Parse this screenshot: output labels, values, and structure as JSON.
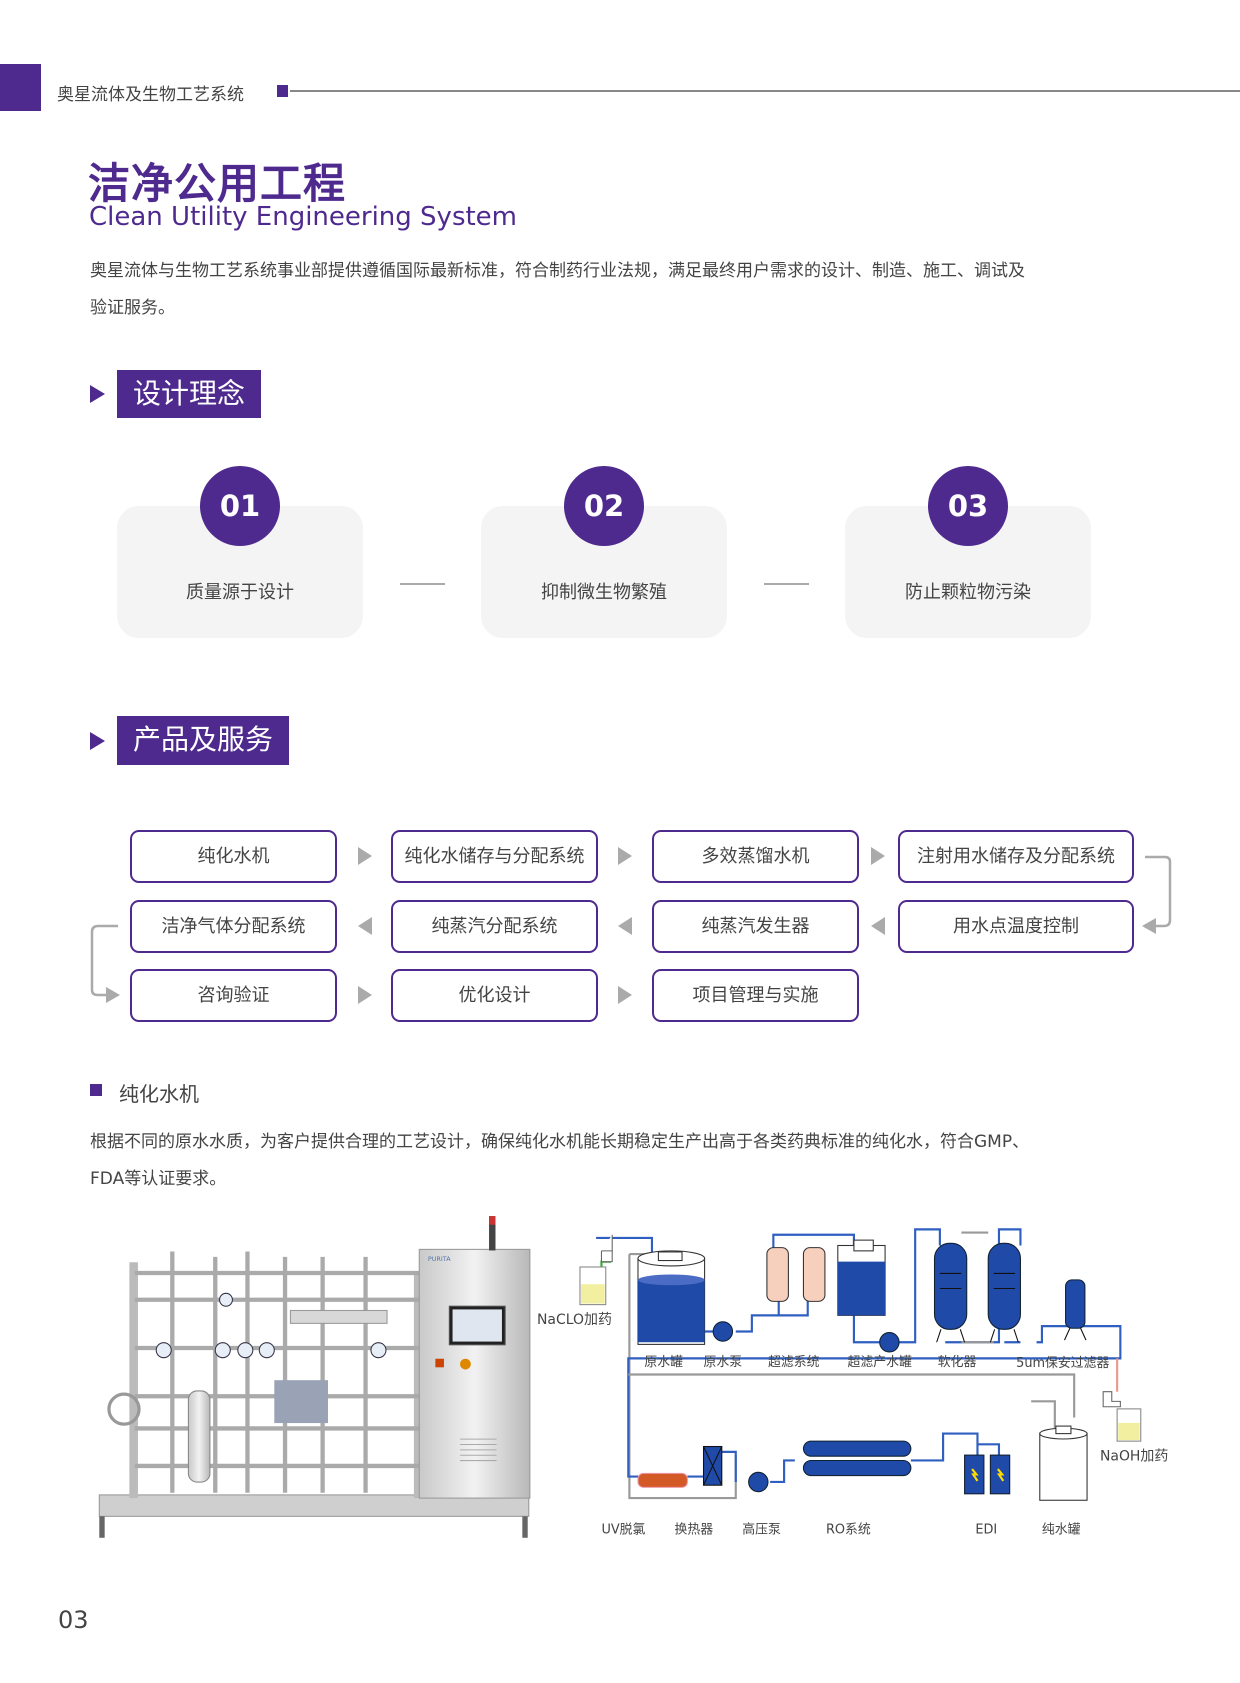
{
  "header": {
    "section_name": "奥星流体及生物工艺系统"
  },
  "title": "洁净公用工程",
  "subtitle": "Clean Utility Engineering System",
  "intro": {
    "line1": "奥星流体与生物工艺系统事业部提供遵循国际最新标准，符合制药行业法规，满足最终用户需求的设计、制造、施工、调试及",
    "line2": "验证服务。"
  },
  "design_concept": {
    "heading": "设计理念",
    "cards": [
      {
        "number": "01",
        "label": "质量源于设计"
      },
      {
        "number": "02",
        "label": "抑制微生物繁殖"
      },
      {
        "number": "03",
        "label": "防止颗粒物污染"
      }
    ]
  },
  "products": {
    "heading": "产品及服务",
    "row1": [
      "纯化水机",
      "纯化水储存与分配系统",
      "多效蒸馏水机",
      "注射用水储存及分配系统"
    ],
    "row2": [
      "洁净气体分配系统",
      "纯蒸汽分配系统",
      "纯蒸汽发生器",
      "用水点温度控制"
    ],
    "row3": [
      "咨询验证",
      "优化设计",
      "项目管理与实施"
    ]
  },
  "purified_water": {
    "heading": "纯化水机",
    "line1": "根据不同的原水水质，为客户提供合理的工艺设计，确保纯化水机能长期稳定生产出高于各类药典标准的纯化水，符合GMP、",
    "line2": "FDA等认证要求。"
  },
  "diagram": {
    "naclo": "NaCLO加药",
    "naoh": "NaOH加药",
    "top_labels": [
      "原水罐",
      "原水泵",
      "超滤系统",
      "超滤产水罐",
      "软化器",
      "5um保安过滤器"
    ],
    "bottom_labels": [
      "UV脱氯",
      "换热器",
      "高压泵",
      "RO系统",
      "EDI",
      "纯水罐"
    ]
  },
  "machine_brand": "PURITA",
  "page_number": "03",
  "colors": {
    "accent": "#4f2a8e",
    "pipe": "#2f5fc0",
    "tank": "#1f4aa8"
  }
}
